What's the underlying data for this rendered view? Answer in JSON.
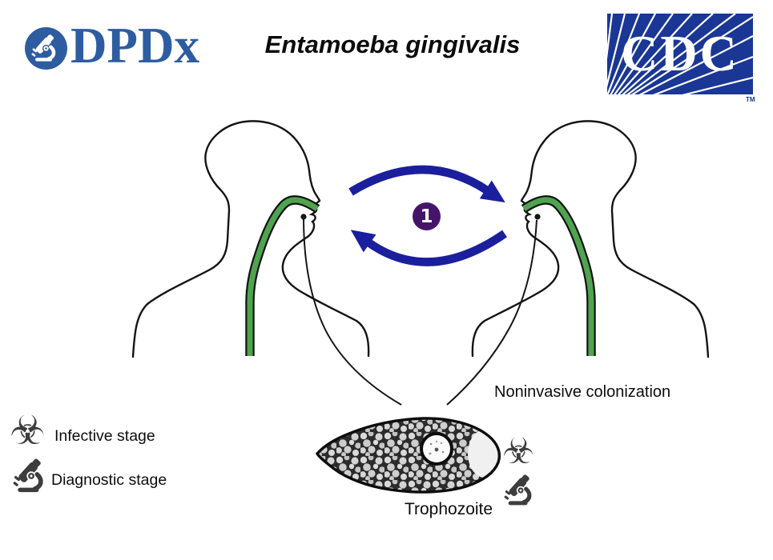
{
  "header": {
    "dpdx_logo_text": "DPDx",
    "title": "Entamoeba gingivalis",
    "cdc_logo_text": "CDC",
    "cdc_trademark": "TM"
  },
  "cycle": {
    "step_badge": "1",
    "noninvasive_label": "Noninvasive colonization"
  },
  "parasite": {
    "stage_label": "Trophozoite"
  },
  "legend": {
    "infective_label": "Infective stage",
    "diagnostic_label": "Diagnostic stage"
  },
  "icons": {
    "biohazard_glyph": "☣"
  },
  "colors": {
    "arrow_navy": "#1b1f9e",
    "badge_purple": "#45156a",
    "esophagus_green": "#4fa44f",
    "dpdx_blue": "#2e5ca0",
    "cdc_blue": "#1a3795",
    "icon_gray": "#3d3d3d",
    "outline_black": "#141414"
  }
}
